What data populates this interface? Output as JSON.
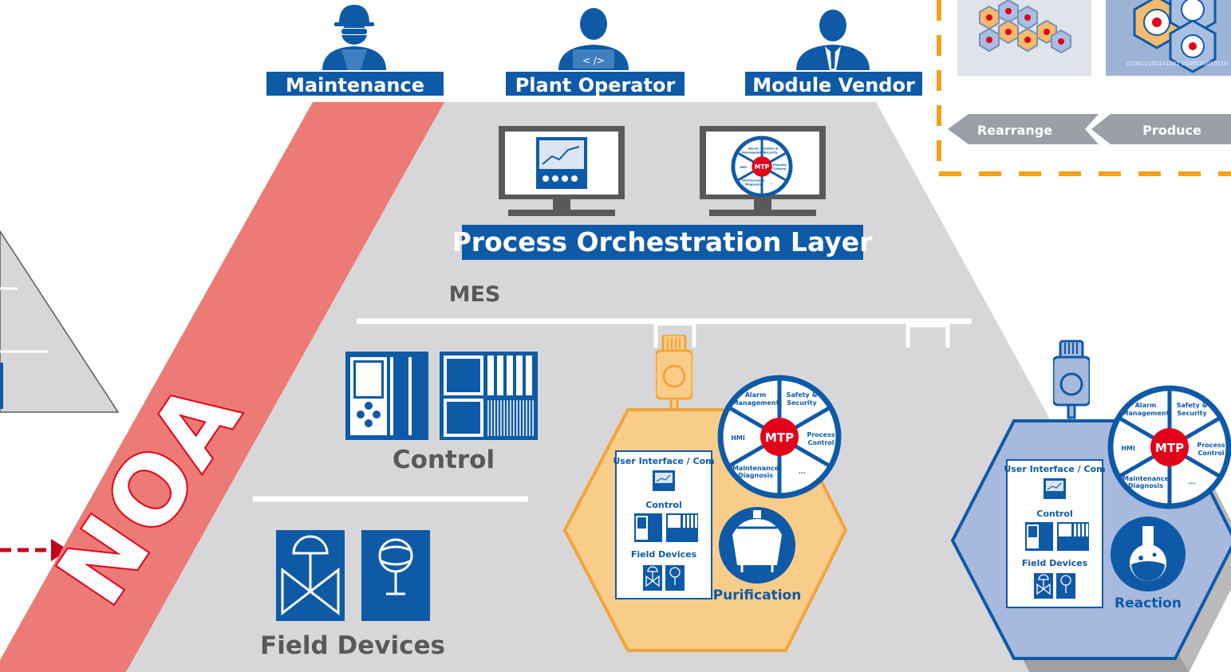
{
  "colors": {
    "blue": "#0f5aa7",
    "blue_dark": "#0b4a8c",
    "grey_pyramid": "#d7d7d9",
    "noa_red": "#ec7a75",
    "orange_module": "#f8cd8a",
    "orange_border": "#f2a53a",
    "blue_module": "#a7b9dc",
    "mtp_red": "#e3001b",
    "grey_text": "#595959",
    "dashed_orange": "#f2a21e"
  },
  "roles": [
    {
      "label": "Maintenance",
      "icon": "maintenance-worker-icon"
    },
    {
      "label": "Plant Operator",
      "icon": "plant-operator-icon"
    },
    {
      "label": "Module Vendor",
      "icon": "module-vendor-icon"
    }
  ],
  "operator_code_glyph": "< />",
  "top_right": {
    "rearrange_label": "Rearrange",
    "produce_label": "Produce",
    "binary_text": "010010100101001 0100110010110"
  },
  "noa_label": "NOA",
  "layers": {
    "orchestration": "Process Orchestration Layer",
    "mes": "MES",
    "control": "Control",
    "field_devices": "Field Devices"
  },
  "mtp_wheel": {
    "center": "MTP",
    "segments": [
      "Alarm Management",
      "Safety & Security",
      "Process Control",
      "...",
      "Maintenance Diagnosis",
      "HMI"
    ]
  },
  "modules": [
    {
      "name": "Purification",
      "ui_label": "User Interface / Com",
      "control_label": "Control",
      "field_label": "Field Devices",
      "icon": "purification-vessel-icon"
    },
    {
      "name": "Reaction",
      "ui_label": "User Interface / Com",
      "control_label": "Control",
      "field_label": "Field Devices",
      "icon": "reaction-flask-icon"
    }
  ]
}
